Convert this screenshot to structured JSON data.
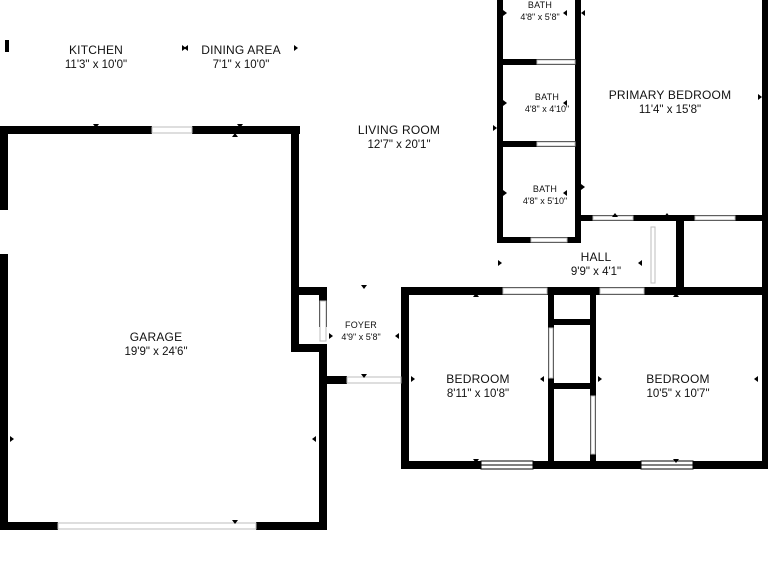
{
  "rooms": {
    "kitchen": {
      "name": "KITCHEN",
      "dims": "11'3\" x 10'0\""
    },
    "dining_area": {
      "name": "DINING AREA",
      "dims": "7'1\" x 10'0\""
    },
    "living_room": {
      "name": "LIVING ROOM",
      "dims": "12'7\" x 20'1\""
    },
    "bath_1": {
      "name": "BATH",
      "dims": "4'8\" x 5'8\""
    },
    "bath_2": {
      "name": "BATH",
      "dims": "4'8\" x 4'10\""
    },
    "bath_3": {
      "name": "BATH",
      "dims": "4'8\" x 5'10\""
    },
    "primary_bedroom": {
      "name": "PRIMARY BEDROOM",
      "dims": "11'4\" x 15'8\""
    },
    "hall": {
      "name": "HALL",
      "dims": "9'9\" x 4'1\""
    },
    "garage": {
      "name": "GARAGE",
      "dims": "19'9\" x 24'6\""
    },
    "foyer": {
      "name": "FOYER",
      "dims": "4'9\" x 5'8\""
    },
    "bedroom_1": {
      "name": "BEDROOM",
      "dims": "8'11\" x 10'8\""
    },
    "bedroom_2": {
      "name": "BEDROOM",
      "dims": "10'5\" x 10'7\""
    }
  },
  "colors": {
    "wall": "#000000",
    "background": "#ffffff",
    "opening": "#bdbdbd"
  }
}
